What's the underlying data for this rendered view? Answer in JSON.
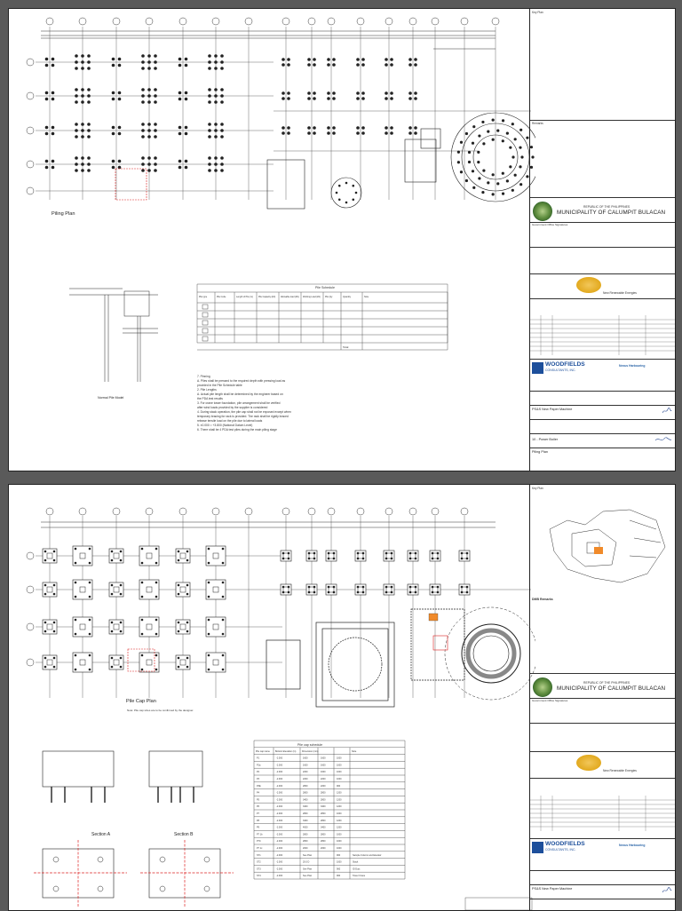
{
  "sheets": [
    {
      "plan_title": "Piling Plan",
      "normal_pile_title": "Normal Pile Model",
      "schedule": {
        "title": "Pile Schedule",
        "headers": [
          "Pile type",
          "Pile Code",
          "Length of Pile (m)",
          "Pile Capacity (kN)",
          "Allowable load (kN)",
          "Working Load (kN)",
          "Pile Qty",
          "Quantity",
          "Note"
        ],
        "total_label": "Total"
      },
      "notes": [
        "7. Pinning",
        "A. Piles shall be pressed to the required depth with pressing load as",
        "provided in the Pile Schedule table",
        "2. Pile Lengths",
        "A. Actual pile length shall be determined by the engineer based on",
        "the PDA test results",
        "3. For crane tower foundation, pile arrangement shall be verified",
        "after wind loads provided by the supplier is considered",
        "4. During stack operation, the pile cap shall not be exposed except when",
        "temporary bracing for rack is provided. The rack shall be rigidly braced",
        "release tensile load on the pile due to lateral loads",
        "5. ±0.000 = +3.800 (National Datum Level)",
        "6. There shall be 4 PDA test piles during the main piling stage"
      ],
      "project": "PS&S New Paper Machine",
      "package": "10 - Power Boiler",
      "drawing_name": "Piling Plan"
    },
    {
      "plan_title": "Pile Cap Plan",
      "plan_note": "Note: Pile cap sizes are to be confirmed by the designer.",
      "schedule": {
        "title": "Pile cap schedule",
        "headers": [
          "Pile cap name",
          "Bottom Elevation (m)",
          "Dimension (mm)",
          "",
          "",
          "Note"
        ],
        "rows": [
          [
            "P1",
            "-2.000",
            "1600",
            "1600",
            "1000",
            ""
          ],
          [
            "P1a",
            "-2.000",
            "1600",
            "1600",
            "1000",
            ""
          ],
          [
            "P2",
            "-2.000",
            "2200",
            "1600",
            "1000",
            ""
          ],
          [
            "P3",
            "-2.000",
            "2200",
            "2200",
            "1000",
            ""
          ],
          [
            "P3E",
            "-2.000",
            "2800",
            "2200",
            "900",
            ""
          ],
          [
            "P4",
            "-2.000",
            "2800",
            "2800",
            "1200",
            ""
          ],
          [
            "P5",
            "-2.000",
            "3400",
            "2800",
            "1200",
            ""
          ],
          [
            "P6",
            "-2.000",
            "3400",
            "3400",
            "1200",
            ""
          ],
          [
            "P7",
            "-2.000",
            "2800",
            "2800",
            "1000",
            ""
          ],
          [
            "P8",
            "-2.000",
            "3400",
            "2800",
            "1200",
            ""
          ],
          [
            "P9",
            "-2.000",
            "4000",
            "3400",
            "1200",
            ""
          ],
          [
            "P7 1b",
            "-2.000",
            "2800",
            "2800",
            "1000",
            ""
          ],
          [
            "P7C",
            "-2.000",
            "2800",
            "2800",
            "1000",
            ""
          ],
          [
            "P7 1c",
            "-2.000",
            "2000",
            "2000",
            "1000",
            ""
          ],
          [
            "ST1",
            "-2.000",
            "See Plan",
            "",
            "900",
            "Sample Column and Elevator"
          ],
          [
            "ST2",
            "-2.000",
            "20.0 D",
            "",
            "1000",
            "Stack"
          ],
          [
            "ST3",
            "-2.000",
            "See Plan",
            "",
            "900",
            "ID Duct"
          ],
          [
            "ST4",
            "-2.000",
            "See Plan",
            "",
            "900",
            "Tower Crane"
          ]
        ]
      },
      "section_a": "Section A",
      "section_b": "Section B",
      "project": "PS&S New Paper Machine",
      "tb_remarks_title": "DMB Remarks"
    }
  ],
  "title_block": {
    "key_plan": "Key Plan",
    "republic": "REPUBLIC OF THE PHILIPPINES",
    "municipality": "MUNICIPALITY OF CALUMPIT BULACAN",
    "gov_office": "Government Office Signatures",
    "renewable_label": "New Renewable Energies",
    "consultant_name": "WOODFIELDS",
    "consultant_sub": "CONSULTANTS, INC.",
    "client": "Nexus Harbouring",
    "remarks_label": "Remarks"
  }
}
